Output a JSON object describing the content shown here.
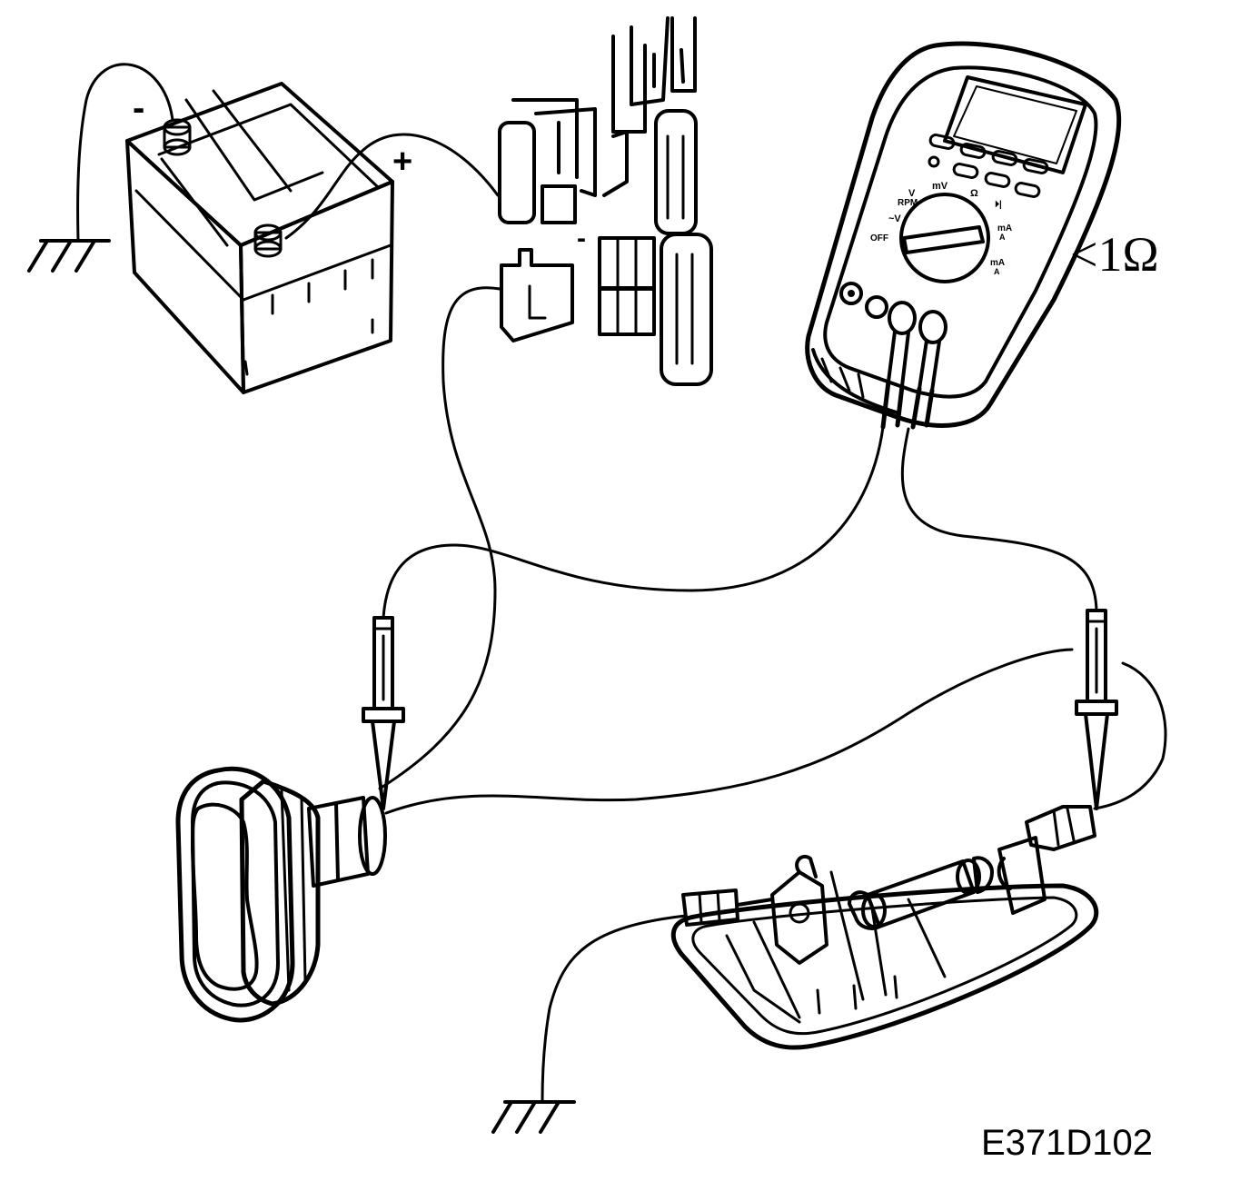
{
  "battery": {
    "negative_label": "-",
    "positive_label": "+"
  },
  "fusebox": {
    "minus_label": "-"
  },
  "multimeter": {
    "dial_labels": {
      "v_rpm": "V",
      "rpm": "RPM",
      "mv": "mV",
      "ohm": "Ω",
      "diode": "⏵|",
      "ac_v": "~V",
      "off": "OFF",
      "ma": "mA",
      "ma_a": "A",
      "ma2": "mA",
      "ma2_a": "A"
    },
    "reading": "<1Ω"
  },
  "figure_code": "E371D102",
  "colors": {
    "ink": "#000000",
    "paper": "#ffffff"
  }
}
